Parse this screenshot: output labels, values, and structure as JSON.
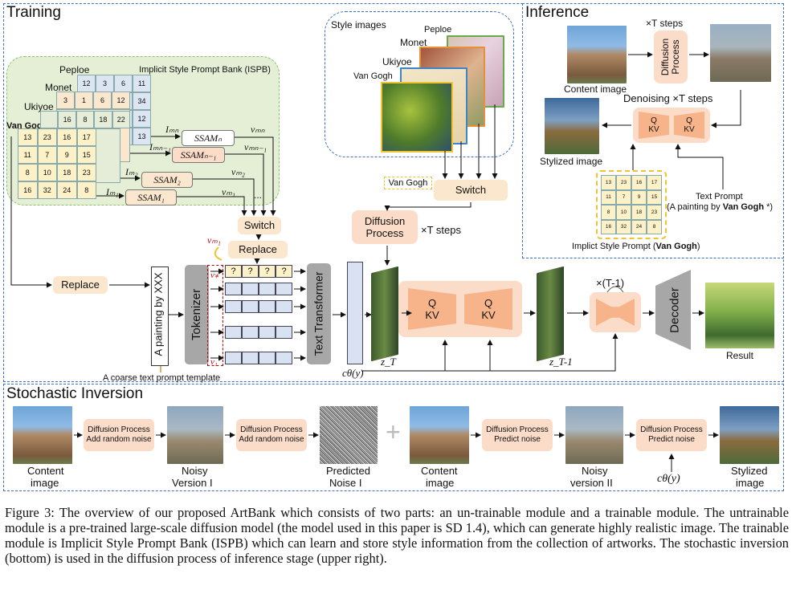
{
  "training": {
    "title": "Training",
    "ispb_label": "Implicit Style Prompt Bank (ISPB)",
    "artists": [
      "Peploe",
      "Monet",
      "Ukiyoe",
      "Van Gogh"
    ],
    "dots": "⋰",
    "grid_vangogh": [
      "13",
      "23",
      "16",
      "17",
      "11",
      "7",
      "9",
      "15",
      "8",
      "10",
      "18",
      "23",
      "16",
      "32",
      "24",
      "8"
    ],
    "grid_peploe": [
      "12",
      "3",
      "6",
      "11",
      "",
      "",
      "",
      "34",
      "",
      "",
      "",
      "12",
      "",
      "",
      "",
      "13"
    ],
    "grid_monet": [
      "3",
      "1",
      "6",
      "12"
    ],
    "grid_ukiyoe": [
      "16",
      "8",
      "18",
      "22"
    ],
    "ssam": [
      "SSAM_n",
      "SSAM_{n-1}",
      "SSAM_2",
      "SSAM_1"
    ],
    "ssam_display": [
      "SSAMₙ",
      "SSAMₙ₋₁",
      "SSAM₂",
      "SSAM₁"
    ],
    "im_labels": [
      "I_{m_n}",
      "I_{m_{n-1}}",
      "I_{m_2}",
      "I_{m_1}"
    ],
    "im_display": [
      "Iₘₙ",
      "Iₘₙ₋₁",
      "Iₘ₂",
      "Iₘ₁"
    ],
    "v_display": [
      "vₘₙ",
      "vₘₙ₋₁",
      "vₘ₂",
      "vₘ₁"
    ],
    "ellipsis": "...",
    "style_images_label": "Style images",
    "style_artists": [
      "Peploe",
      "Monet",
      "Ukiyoe",
      "Van Gogh"
    ],
    "vangogh_tag": "Van Gogh",
    "switch_label": "Switch",
    "switch2_label": "Switch",
    "replace_label": "Replace",
    "replace_left_label": "Replace",
    "vm1_label": "vₘ₁",
    "template_text": "A painting by XXX",
    "template_note": "A coarse text prompt template",
    "tokenizer_label": "Tokenizer",
    "text_transformer_label": "Text Transformer",
    "token_q": [
      "?",
      "?",
      "?",
      "?"
    ],
    "v_star": "v⁎",
    "v_one": "v₁",
    "diffusion_process_label": "Diffusion Process",
    "t_steps": "×T steps",
    "c_theta": "cθ(y)",
    "z_T": "z_T",
    "z_T1": "z_T-1",
    "qkv": [
      "Q",
      "KV"
    ],
    "times_t1": "×(T-1)",
    "decoder_label": "Decoder",
    "result_label": "Result"
  },
  "inference": {
    "title": "Inference",
    "content_image_label": "Content image",
    "t_steps": "×T steps",
    "diffusion_process_label": "Diffusion Process",
    "denoising_label": "Denoising ×T steps",
    "stylized_label": "Stylized image",
    "grid": [
      "13",
      "23",
      "16",
      "17",
      "11",
      "7",
      "9",
      "15",
      "8",
      "10",
      "18",
      "23",
      "16",
      "32",
      "24",
      "8"
    ],
    "isp_label_pre": "Implict  Style Prompt (",
    "isp_label_bold": "Van Gogh",
    "isp_label_post": ")",
    "text_prompt_line1": "Text Prompt",
    "text_prompt_line2_pre": "(A painting by ",
    "text_prompt_bold": "Van Gogh",
    "text_prompt_line2_post": " *)"
  },
  "inversion": {
    "title": "Stochastic Inversion",
    "proc1_l1": "Diffusion Process",
    "proc1_l2": "Add random noise",
    "proc2_l1": "Diffusion Process",
    "proc2_l2": "Add random noise",
    "proc3_l1": "Diffusion Process",
    "proc3_l2": "Predict noise",
    "proc4_l1": "Diffusion Process",
    "proc4_l2": "Predict noise",
    "content_l1": "Content",
    "content_l2": "image",
    "noisy1_l1": "Noisy",
    "noisy1_l2": "Version I",
    "pred_l1": "Predicted",
    "pred_l2": "Noise I",
    "content2_l1": "Content",
    "content2_l2": "image",
    "noisy2_l1": "Noisy",
    "noisy2_l2": "version II",
    "stylized_l1": "Stylized",
    "stylized_l2": "image",
    "plus": "+",
    "c_theta": "cθ(y)"
  },
  "caption": "Figure 3: The overview of our proposed ArtBank which consists of two parts: an un-trainable module and a trainable module. The untrainable module is a pre-trained large-scale diffusion model (the model used in this paper is SD 1.4), which can generate highly realistic image. The trainable module is Implicit Style Prompt Bank (ISPB) which can learn and store style information from the collection of artworks. The stochastic inversion (bottom) is used in the diffusion process of inference stage (upper right).",
  "colors": {
    "dashed_blue": "#3b6fc4",
    "ispb_green": "#e4efd6",
    "beige": "#fbe7cd",
    "peach": "#f7c7a8",
    "token_blue": "#d9e2f3",
    "grid_yellow": "#fdf1c7",
    "gray_block": "#a7a7a7"
  }
}
